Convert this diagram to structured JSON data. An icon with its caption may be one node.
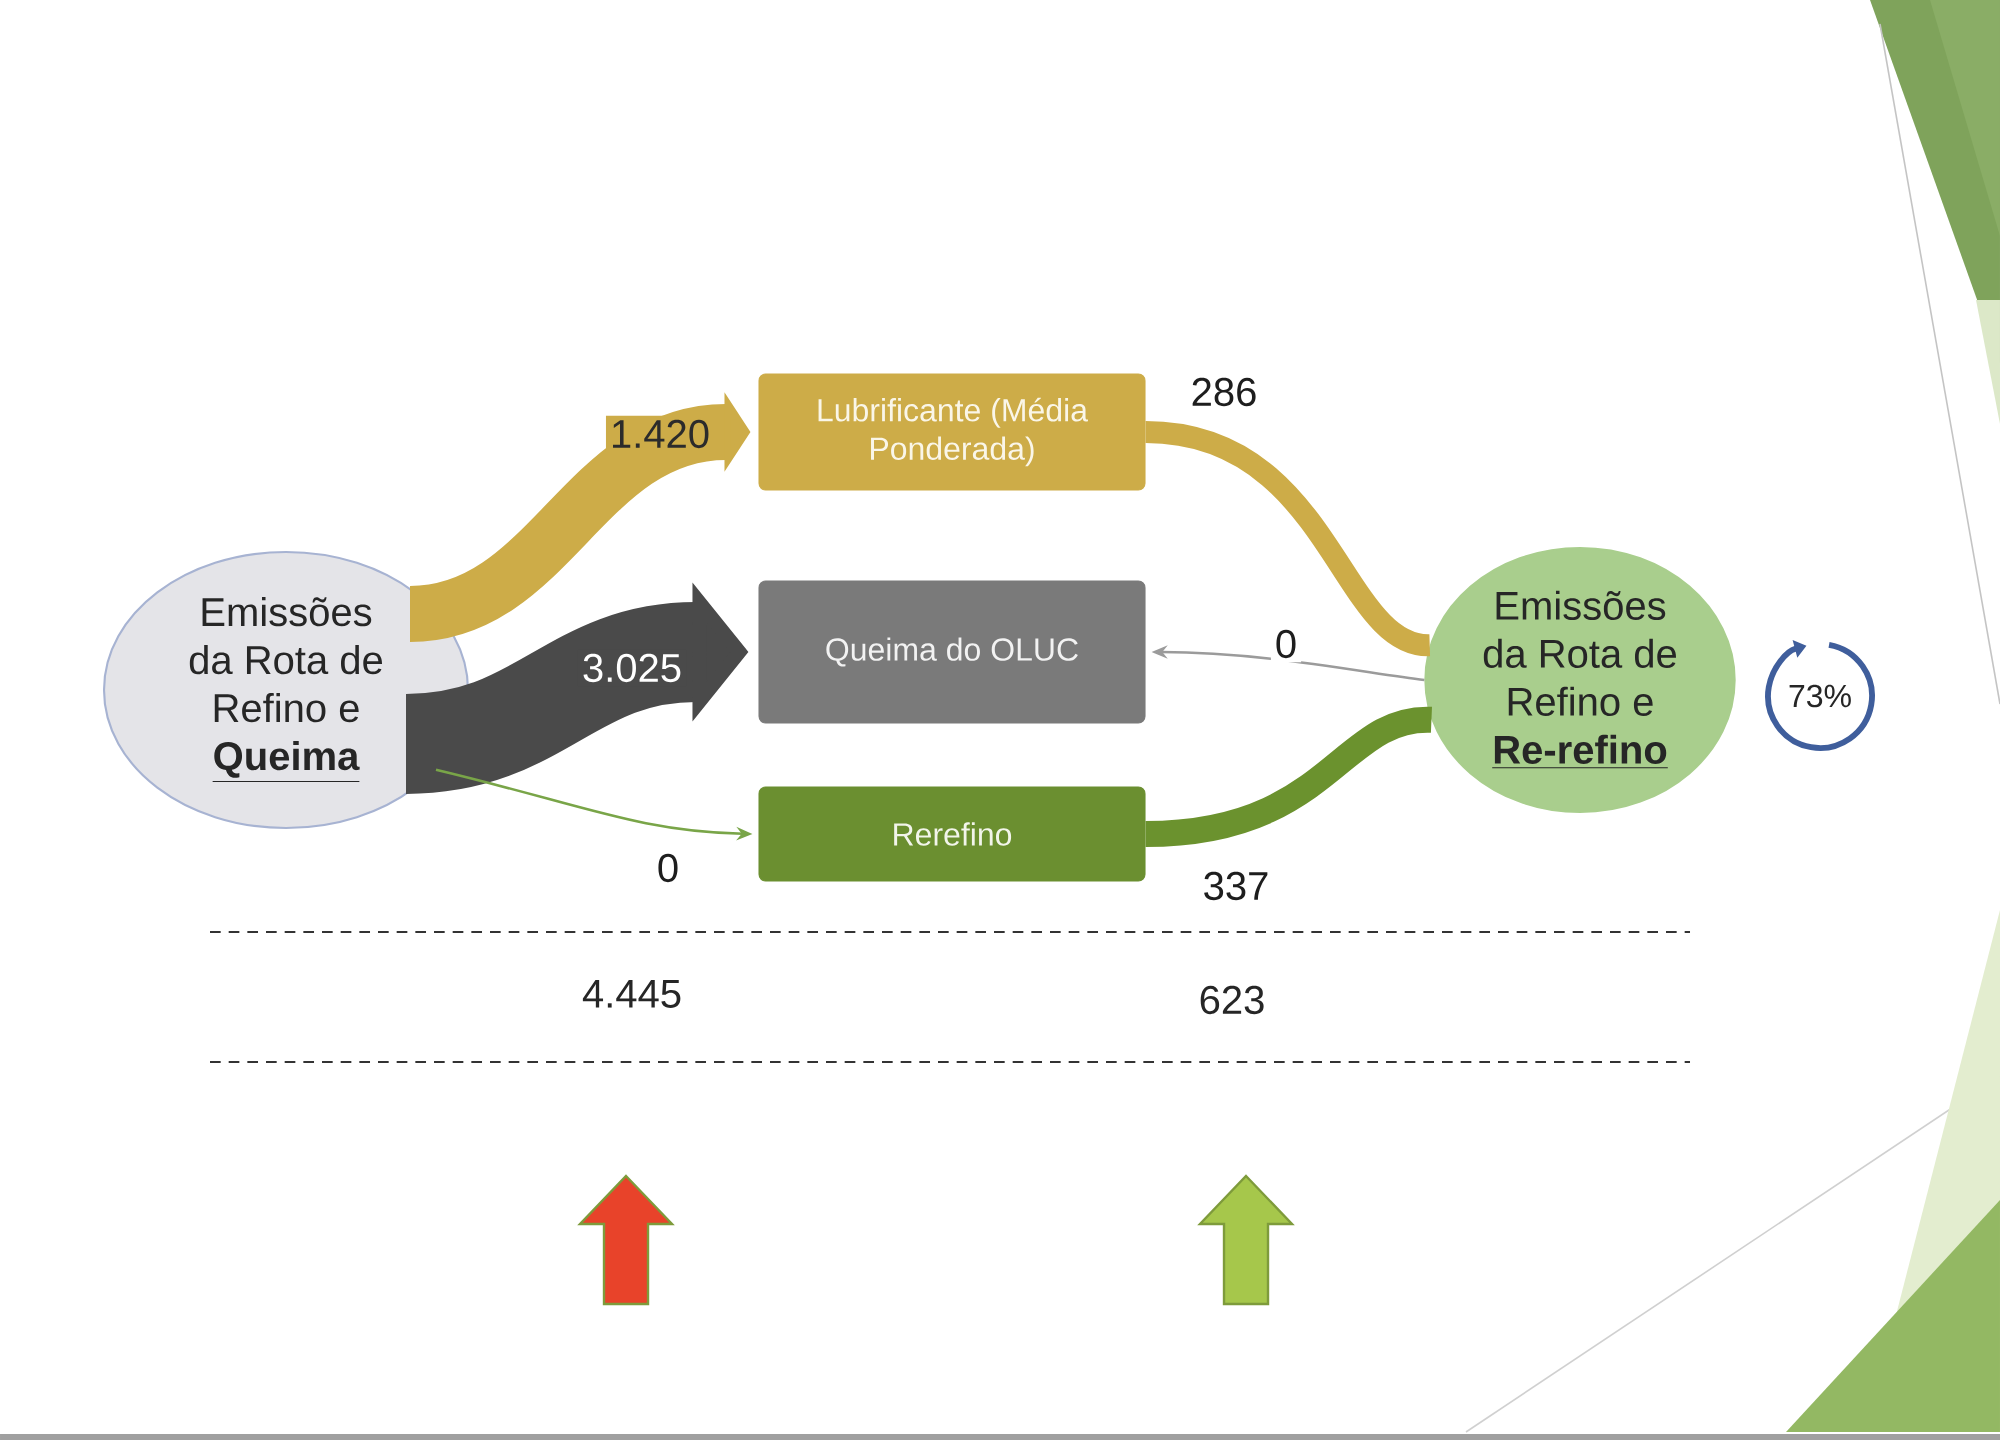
{
  "diagram": {
    "nodes": [
      {
        "text": [
          "Emissões da Rota de Refino e **Queima**"
        ]
      },
      {
        "text": [
          "Lubrificante (Média Ponderada)"
        ]
      },
      {
        "text": [
          "Queima do OLUC"
        ]
      },
      {
        "text": [
          "Rerefino"
        ]
      },
      {
        "text": [
          "Emissões da Rota de Refino e **Re-refino**"
        ]
      },
      {
        "text": [
          "73%"
        ]
      }
    ],
    "edges": [
      {
        "from": 0,
        "to": 1,
        "arrow": "to",
        "label": "1.420",
        "style": "thick",
        "color": "#cdac48"
      },
      {
        "from": 0,
        "to": 2,
        "arrow": "to",
        "label": "3.025",
        "style": "thick",
        "color": "#4a4a4a"
      },
      {
        "from": 0,
        "to": 3,
        "arrow": "to",
        "label": "0",
        "color": "#79a548"
      },
      {
        "from": 1,
        "to": 4,
        "arrow": "none",
        "label": "286",
        "color": "#cdac48"
      },
      {
        "from": 4,
        "to": 2,
        "arrow": "to",
        "label": "0",
        "color": "#9b9b9b"
      },
      {
        "from": 3,
        "to": 4,
        "arrow": "none",
        "label": "337",
        "color": "#6b922e"
      }
    ],
    "labels": [
      "4.445",
      "623"
    ]
  }
}
